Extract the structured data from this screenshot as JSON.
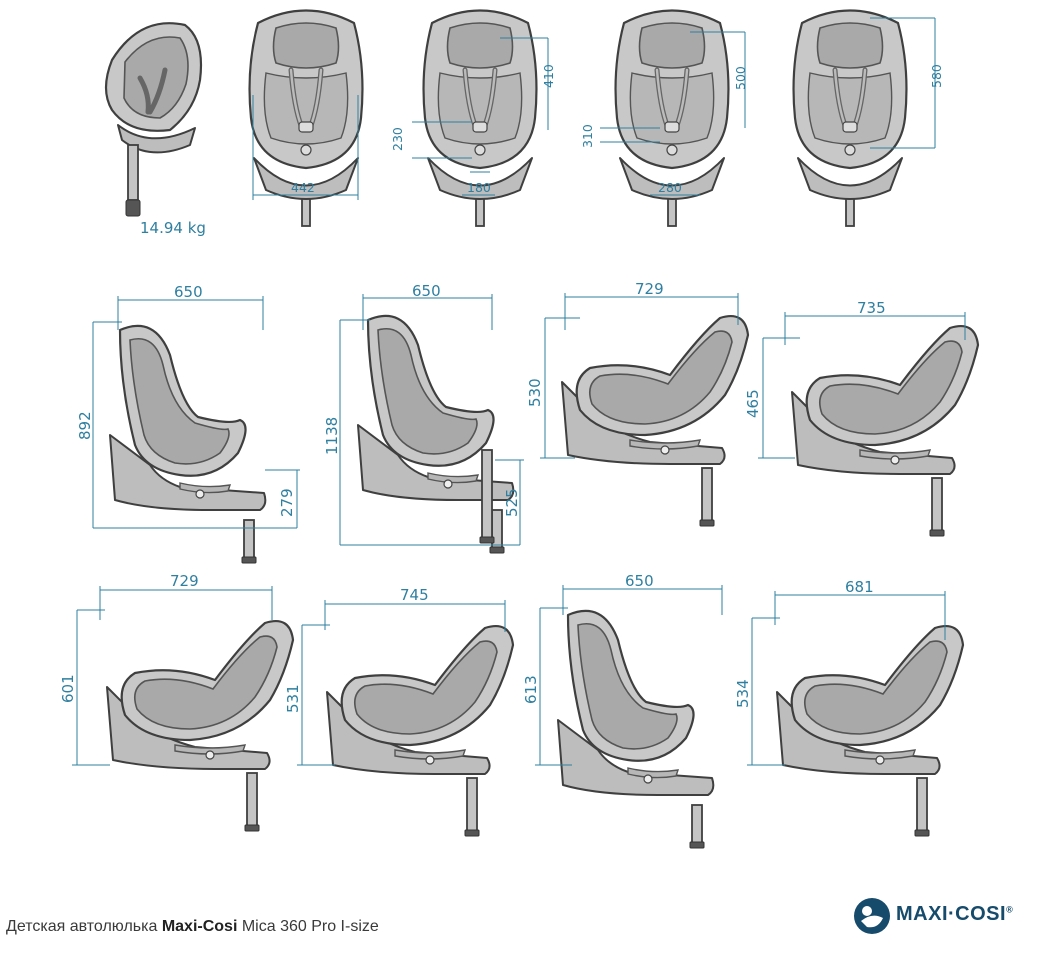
{
  "colors": {
    "dimension": "#2e7fa0",
    "outline": "#3f3f3f",
    "seat_fill": "#c8c8c8",
    "brand": "#174b6b"
  },
  "weight_label": "14.94 kg",
  "front_views": [
    {
      "id": "front-1",
      "width_label": "442"
    },
    {
      "id": "front-2",
      "harness_label": "230",
      "height_label": "410",
      "width_label": "180"
    },
    {
      "id": "front-3",
      "harness_label": "310",
      "height_label": "500",
      "width_label": "280"
    },
    {
      "id": "front-4",
      "height_label": "580"
    }
  ],
  "side_views": [
    {
      "id": "side-1",
      "width_label": "650",
      "height_label": "892",
      "leg_label": "279"
    },
    {
      "id": "side-2",
      "width_label": "650",
      "height_label": "1138",
      "leg_label": "525"
    },
    {
      "id": "side-3",
      "width_label": "729",
      "height_label": "530"
    },
    {
      "id": "side-4",
      "width_label": "735",
      "height_label": "465"
    },
    {
      "id": "side-5",
      "width_label": "729",
      "height_label": "601"
    },
    {
      "id": "side-6",
      "width_label": "745",
      "height_label": "531"
    },
    {
      "id": "side-7",
      "width_label": "650",
      "height_label": "613"
    },
    {
      "id": "side-8",
      "width_label": "681",
      "height_label": "534"
    }
  ],
  "caption": {
    "prefix": "Детская автолюлька ",
    "brand": "Maxi-Cosi",
    "model": " Mica 360 Pro I-size"
  },
  "logo": {
    "text": "MAXI·COSI",
    "mark": "®"
  }
}
